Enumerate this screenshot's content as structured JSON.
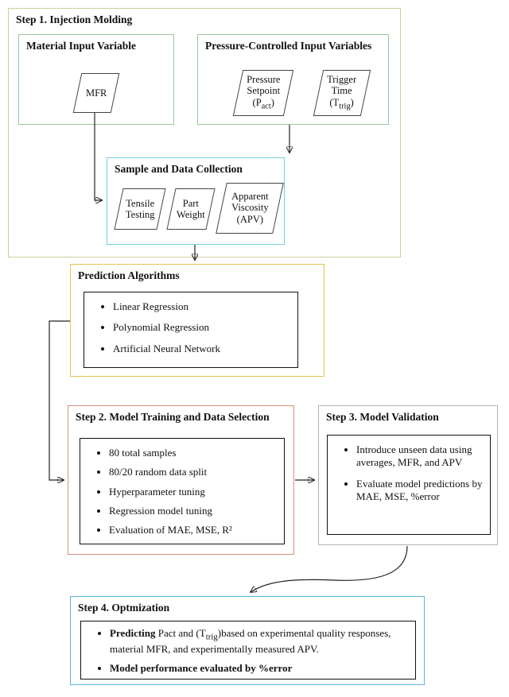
{
  "colors": {
    "step1_border": "#cdd0a0",
    "green_border": "#9cc79c",
    "cyan_border": "#6fcfdb",
    "yellow_border": "#e5c34c",
    "salmon_border": "#d98e7a",
    "gray_border": "#b3b3b3",
    "blue_border": "#5ab4d6",
    "shape_border": "#444444",
    "arrow": "#222222"
  },
  "step1": {
    "title": "Step 1. Injection Molding",
    "material_box": {
      "title": "Material Input Variable",
      "mfr_label": "MFR"
    },
    "pressure_box": {
      "title": "Pressure-Controlled Input Variables",
      "pressure_setpoint_html": "Pressure<br>Setpoint<br>(P<sub>act</sub>)",
      "trigger_time_html": "Trigger<br>Time<br>(T<sub>trig</sub>)"
    },
    "sample_box": {
      "title": "Sample and Data Collection",
      "tensile_html": "Tensile<br>Testing",
      "part_weight_html": "Part<br>Weight",
      "apv_html": "Apparent<br>Viscosity<br>(APV)"
    }
  },
  "prediction": {
    "title": "Prediction Algorithms",
    "bullets": [
      "Linear Regression",
      "Polynomial Regression",
      "Artificial Neural Network"
    ]
  },
  "step2": {
    "title": "Step 2. Model Training and Data Selection",
    "bullets": [
      "80 total samples",
      "80/20 random data split",
      "Hyperparameter tuning",
      "Regression model tuning",
      "Evaluation of MAE, MSE, R²"
    ]
  },
  "step3": {
    "title": "Step 3. Model Validation",
    "bullets": [
      "Introduce unseen data using averages, MFR, and APV",
      "Evaluate model predictions by MAE, MSE, %error"
    ]
  },
  "step4": {
    "title": "Step 4. Optmization",
    "bullet1_html": "<b>Predicting</b> Pact and (T<sub>trig</sub>)based on experimental quality responses, material MFR, and experimentally measured APV.",
    "bullet2_html": "<b>Model performance evaluated by %error</b>"
  }
}
